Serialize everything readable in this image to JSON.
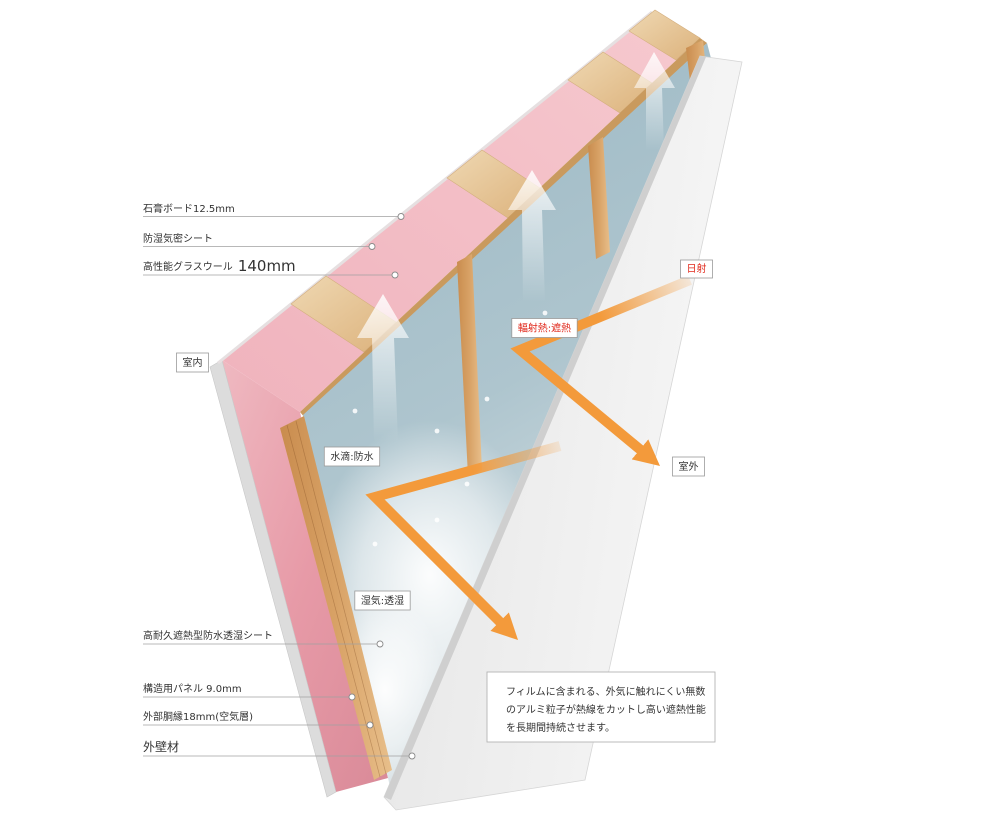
{
  "leaders": [
    {
      "text": "石膏ボード12.5mm"
    },
    {
      "text": "防湿気密シート"
    },
    {
      "text": "高性能グラスウール",
      "size": "140mm"
    },
    {
      "text": "高耐久遮熱型防水透湿シート"
    },
    {
      "text": "構造用パネル 9.0mm"
    },
    {
      "text": "外部胴縁18mm(空気層)"
    },
    {
      "text": "外壁材"
    }
  ],
  "tags": {
    "indoor": "室内",
    "solar": "日射",
    "radiant": "輻射熱:遮熱",
    "outdoor": "室外",
    "water": "水滴:防水",
    "vapor": "湿気:透湿"
  },
  "callout": {
    "lines": [
      "フィルムに含まれる、外気に触れにくい無数",
      "のアルミ粒子が熱線をカットし高い遮熱性能",
      "を長期間持続させます。"
    ]
  },
  "colors": {
    "insulation": "#e79aa7",
    "membrane": "#aec5ce",
    "wood": "#d8a266",
    "arrow": "#f39a3b",
    "accent_text": "#e0281b"
  }
}
